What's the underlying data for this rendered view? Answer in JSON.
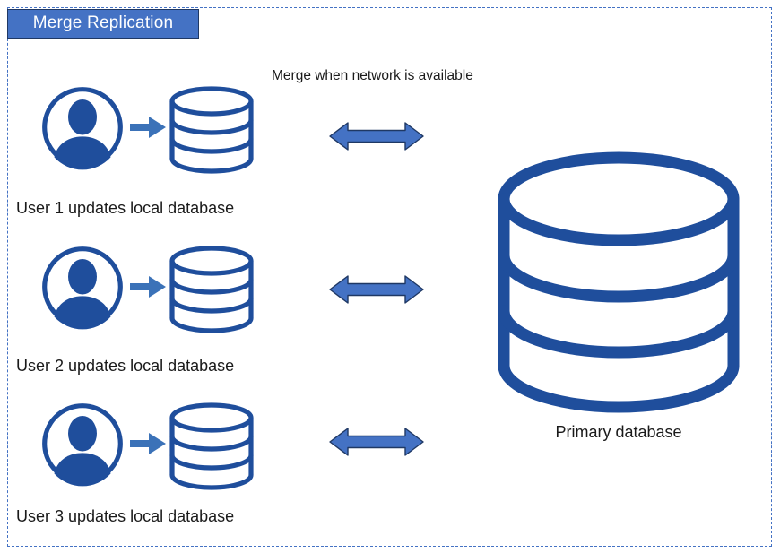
{
  "diagram": {
    "title": "Merge Replication",
    "caption": "Merge when network is available",
    "frame_border_color": "#4472C4",
    "title_fill_color": "#4472C4",
    "title_border_color": "#1F3864",
    "title_text_color": "#FFFFFF",
    "icon_stroke_color": "#1F4E9C",
    "small_arrow_color": "#3B72B8",
    "merge_arrow_fill": "#4472C4",
    "merge_arrow_stroke": "#1F3864",
    "text_color": "#1A1A1A"
  },
  "users": [
    {
      "label": "User 1 updates local database",
      "user_icon": "user-circle-icon",
      "flow_icon": "arrow-right-icon",
      "db_icon": "database-cylinder-icon",
      "merge_icon": "double-headed-arrow-icon"
    },
    {
      "label": "User 2 updates local database",
      "user_icon": "user-circle-icon",
      "flow_icon": "arrow-right-icon",
      "db_icon": "database-cylinder-icon",
      "merge_icon": "double-headed-arrow-icon"
    },
    {
      "label": "User 3 updates local database",
      "user_icon": "user-circle-icon",
      "flow_icon": "arrow-right-icon",
      "db_icon": "database-cylinder-icon",
      "merge_icon": "double-headed-arrow-icon"
    }
  ],
  "primary": {
    "label": "Primary database",
    "icon": "database-cylinder-large-icon"
  }
}
